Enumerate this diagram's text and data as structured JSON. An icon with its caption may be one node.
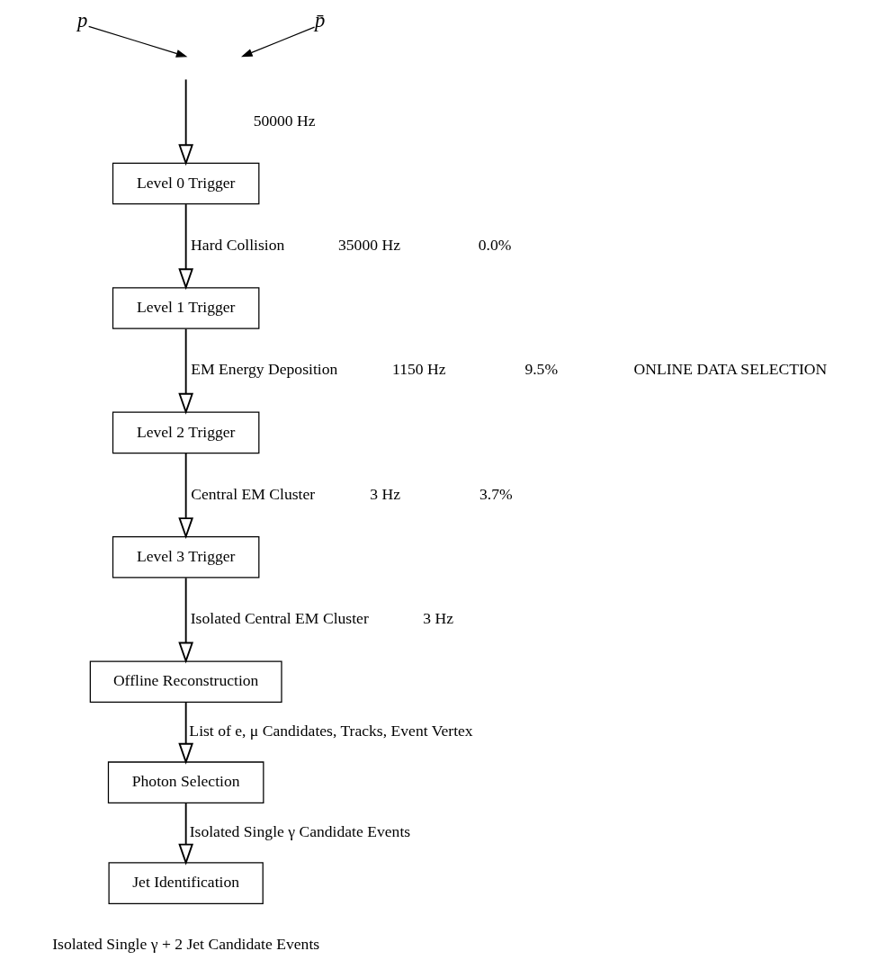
{
  "diagram": {
    "nodes": [
      {
        "text": [
          "p"
        ]
      },
      {
        "text": [
          "p̄"
        ]
      },
      {
        "text": [
          "Level 0 Trigger"
        ]
      },
      {
        "text": [
          "Level 1 Trigger"
        ]
      },
      {
        "text": [
          "Level 2 Trigger"
        ]
      },
      {
        "text": [
          "Level 3 Trigger"
        ]
      },
      {
        "text": [
          "Offline Reconstruction"
        ]
      },
      {
        "text": [
          "Photon Selection"
        ]
      },
      {
        "text": [
          "Jet Identification"
        ]
      }
    ],
    "edges": [
      {
        "from": 0,
        "to": null,
        "arrow": "to"
      },
      {
        "from": 1,
        "to": null,
        "arrow": "to"
      },
      {
        "from": null,
        "to": 2,
        "arrow": "to"
      },
      {
        "from": 2,
        "to": 3,
        "arrow": "to",
        "label": "Hard Collision"
      },
      {
        "from": 3,
        "to": 4,
        "arrow": "to",
        "label": "EM Energy Deposition"
      },
      {
        "from": 4,
        "to": 5,
        "arrow": "to",
        "label": "Central EM Cluster"
      },
      {
        "from": 5,
        "to": 6,
        "arrow": "to",
        "label": "Isolated Central EM Cluster"
      },
      {
        "from": 6,
        "to": 7,
        "arrow": "to",
        "label": "List of e, μ Candidates, Tracks, Event Vertex"
      },
      {
        "from": 7,
        "to": 8,
        "arrow": "to",
        "label": "Isolated Single γ Candidate Events"
      }
    ],
    "labels": [
      "50000 Hz",
      "35000 Hz",
      "0.0%",
      "1150 Hz",
      "9.5%",
      "3 Hz",
      "3.7%",
      "3 Hz",
      "ONLINE DATA SELECTION",
      "Isolated Single γ + 2 Jet Candidate Events"
    ]
  }
}
